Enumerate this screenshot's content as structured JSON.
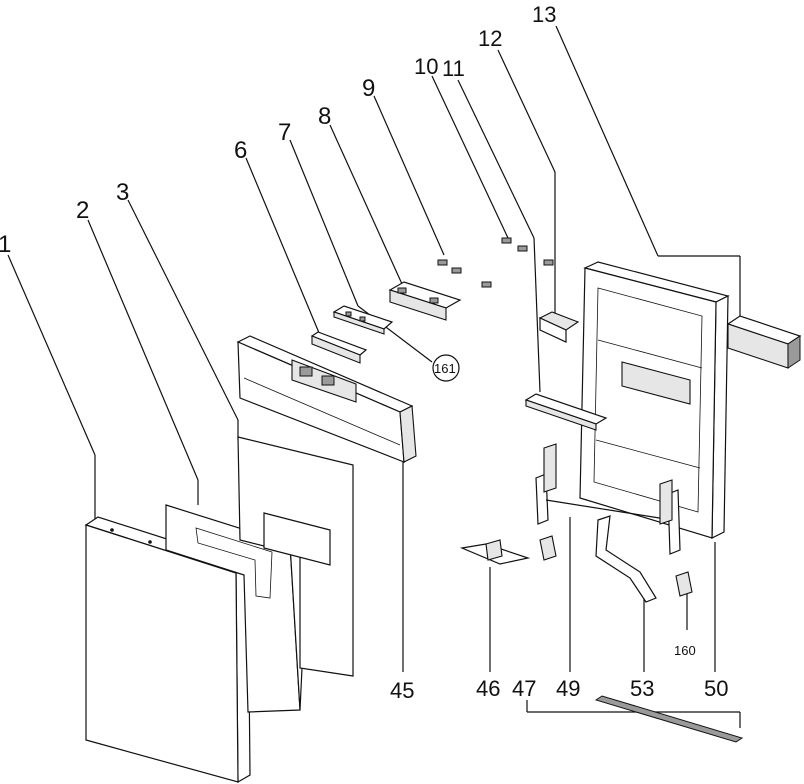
{
  "callouts": {
    "c1": "1",
    "c2": "2",
    "c3": "3",
    "c6": "6",
    "c7": "7",
    "c8": "8",
    "c9": "9",
    "c10": "10",
    "c11": "11",
    "c12": "12",
    "c13": "13",
    "c45": "45",
    "c46": "46",
    "c47": "47",
    "c49": "49",
    "c50": "50",
    "c53": "53",
    "c160": "160",
    "c161": "161"
  }
}
